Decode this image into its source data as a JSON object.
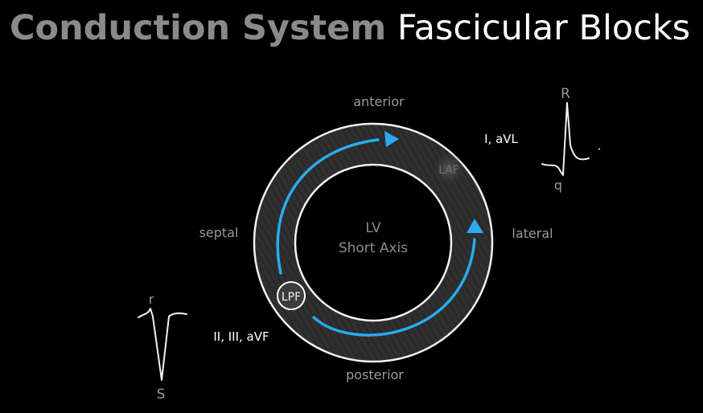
{
  "title": {
    "primary": "Conduction System",
    "secondary": "Fascicular Blocks"
  },
  "ring": {
    "center_label": "LV",
    "center_sub": "Short Axis",
    "wall_labels": {
      "top": "anterior",
      "left": "septal",
      "right": "lateral",
      "bottom": "posterior"
    },
    "fascicles": {
      "anterior": "LAF",
      "posterior": "LPF"
    }
  },
  "leads": {
    "upper": "I, aVL",
    "lower": "II, III, aVF"
  },
  "ecg_upper": {
    "peak": "R",
    "trough": "q"
  },
  "ecg_lower": {
    "peak": "r",
    "trough": "S"
  },
  "colors": {
    "background": "#000000",
    "arrow": "#29aaf0",
    "ring_fill": "#333333",
    "title_primary": "#8a8a8a"
  }
}
